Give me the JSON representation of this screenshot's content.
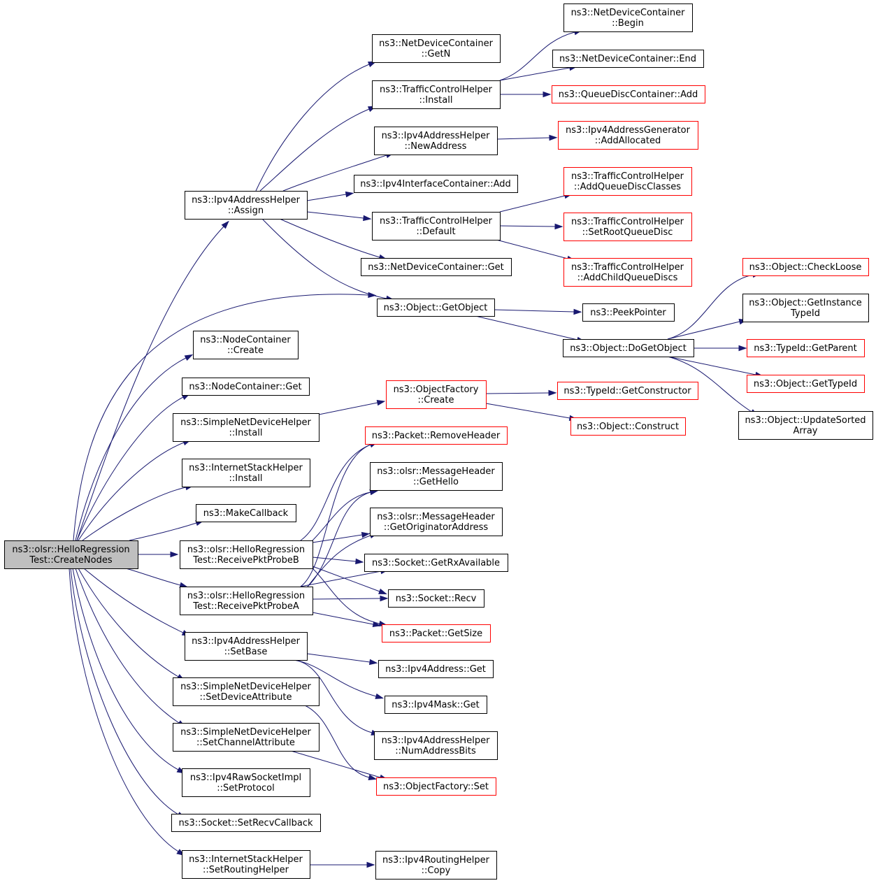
{
  "colors": {
    "edge": "#191970",
    "border_normal": "#000000",
    "border_red": "#ff0000",
    "root_fill": "#bfbfbf",
    "node_fill": "#ffffff"
  },
  "nodes": [
    {
      "id": "root",
      "lines": [
        "ns3::olsr::HelloRegression",
        "Test::CreateNodes"
      ],
      "style": "root"
    },
    {
      "id": "ipv4assign",
      "lines": [
        "ns3::Ipv4AddressHelper",
        "::Assign"
      ],
      "style": "normal"
    },
    {
      "id": "ndcGetN",
      "lines": [
        "ns3::NetDeviceContainer",
        "::GetN"
      ],
      "style": "normal"
    },
    {
      "id": "tchInstall",
      "lines": [
        "ns3::TrafficControlHelper",
        "::Install"
      ],
      "style": "normal"
    },
    {
      "id": "ndcBegin",
      "lines": [
        "ns3::NetDeviceContainer",
        "::Begin"
      ],
      "style": "normal"
    },
    {
      "id": "ndcEnd",
      "lines": [
        "ns3::NetDeviceContainer::End"
      ],
      "style": "normal"
    },
    {
      "id": "qdcAdd",
      "lines": [
        "ns3::QueueDiscContainer::Add"
      ],
      "style": "red"
    },
    {
      "id": "ipv4NewAddr",
      "lines": [
        "ns3::Ipv4AddressHelper",
        "::NewAddress"
      ],
      "style": "normal"
    },
    {
      "id": "ipv4GenAlloc",
      "lines": [
        "ns3::Ipv4AddressGenerator",
        "::AddAllocated"
      ],
      "style": "red"
    },
    {
      "id": "ipv4IfcAdd",
      "lines": [
        "ns3::Ipv4InterfaceContainer::Add"
      ],
      "style": "normal"
    },
    {
      "id": "tchDefault",
      "lines": [
        "ns3::TrafficControlHelper",
        "::Default"
      ],
      "style": "normal"
    },
    {
      "id": "tchAddQDC",
      "lines": [
        "ns3::TrafficControlHelper",
        "::AddQueueDiscClasses"
      ],
      "style": "red"
    },
    {
      "id": "tchSetRoot",
      "lines": [
        "ns3::TrafficControlHelper",
        "::SetRootQueueDisc"
      ],
      "style": "red"
    },
    {
      "id": "tchAddChild",
      "lines": [
        "ns3::TrafficControlHelper",
        "::AddChildQueueDiscs"
      ],
      "style": "red"
    },
    {
      "id": "ndcGet",
      "lines": [
        "ns3::NetDeviceContainer::Get"
      ],
      "style": "normal"
    },
    {
      "id": "objGetObject",
      "lines": [
        "ns3::Object::GetObject"
      ],
      "style": "normal"
    },
    {
      "id": "peekPointer",
      "lines": [
        "ns3::PeekPointer"
      ],
      "style": "normal"
    },
    {
      "id": "objDoGet",
      "lines": [
        "ns3::Object::DoGetObject"
      ],
      "style": "normal"
    },
    {
      "id": "objCheckLoose",
      "lines": [
        "ns3::Object::CheckLoose"
      ],
      "style": "red"
    },
    {
      "id": "objGetInstTid",
      "lines": [
        "ns3::Object::GetInstance",
        "TypeId"
      ],
      "style": "normal"
    },
    {
      "id": "tidGetParent",
      "lines": [
        "ns3::TypeId::GetParent"
      ],
      "style": "red"
    },
    {
      "id": "objGetTypeId",
      "lines": [
        "ns3::Object::GetTypeId"
      ],
      "style": "red"
    },
    {
      "id": "objUpdSorted",
      "lines": [
        "ns3::Object::UpdateSorted",
        "Array"
      ],
      "style": "normal"
    },
    {
      "id": "ncCreate",
      "lines": [
        "ns3::NodeContainer",
        "::Create"
      ],
      "style": "normal"
    },
    {
      "id": "ncGet",
      "lines": [
        "ns3::NodeContainer::Get"
      ],
      "style": "normal"
    },
    {
      "id": "sndhInstall",
      "lines": [
        "ns3::SimpleNetDeviceHelper",
        "::Install"
      ],
      "style": "normal"
    },
    {
      "id": "ofCreate",
      "lines": [
        "ns3::ObjectFactory",
        "::Create"
      ],
      "style": "red"
    },
    {
      "id": "tidGetCtor",
      "lines": [
        "ns3::TypeId::GetConstructor"
      ],
      "style": "red"
    },
    {
      "id": "objConstruct",
      "lines": [
        "ns3::Object::Construct"
      ],
      "style": "red"
    },
    {
      "id": "ishInstall",
      "lines": [
        "ns3::InternetStackHelper",
        "::Install"
      ],
      "style": "normal"
    },
    {
      "id": "makeCallback",
      "lines": [
        "ns3::MakeCallback"
      ],
      "style": "normal"
    },
    {
      "id": "recvB",
      "lines": [
        "ns3::olsr::HelloRegression",
        "Test::ReceivePktProbeB"
      ],
      "style": "normal"
    },
    {
      "id": "recvA",
      "lines": [
        "ns3::olsr::HelloRegression",
        "Test::ReceivePktProbeA"
      ],
      "style": "normal"
    },
    {
      "id": "pktRemoveHdr",
      "lines": [
        "ns3::Packet::RemoveHeader"
      ],
      "style": "red"
    },
    {
      "id": "mhGetHello",
      "lines": [
        "ns3::olsr::MessageHeader",
        "::GetHello"
      ],
      "style": "normal"
    },
    {
      "id": "mhGetOrig",
      "lines": [
        "ns3::olsr::MessageHeader",
        "::GetOriginatorAddress"
      ],
      "style": "normal"
    },
    {
      "id": "sockRxAvail",
      "lines": [
        "ns3::Socket::GetRxAvailable"
      ],
      "style": "normal"
    },
    {
      "id": "sockRecv",
      "lines": [
        "ns3::Socket::Recv"
      ],
      "style": "normal"
    },
    {
      "id": "pktGetSize",
      "lines": [
        "ns3::Packet::GetSize"
      ],
      "style": "red"
    },
    {
      "id": "ipv4SetBase",
      "lines": [
        "ns3::Ipv4AddressHelper",
        "::SetBase"
      ],
      "style": "normal"
    },
    {
      "id": "ipv4AddrGet",
      "lines": [
        "ns3::Ipv4Address::Get"
      ],
      "style": "normal"
    },
    {
      "id": "ipv4MaskGet",
      "lines": [
        "ns3::Ipv4Mask::Get"
      ],
      "style": "normal"
    },
    {
      "id": "ipv4NumBits",
      "lines": [
        "ns3::Ipv4AddressHelper",
        "::NumAddressBits"
      ],
      "style": "normal"
    },
    {
      "id": "sndhSetDevAttr",
      "lines": [
        "ns3::SimpleNetDeviceHelper",
        "::SetDeviceAttribute"
      ],
      "style": "normal"
    },
    {
      "id": "sndhSetChAttr",
      "lines": [
        "ns3::SimpleNetDeviceHelper",
        "::SetChannelAttribute"
      ],
      "style": "normal"
    },
    {
      "id": "ofSet",
      "lines": [
        "ns3::ObjectFactory::Set"
      ],
      "style": "red"
    },
    {
      "id": "rawSetProto",
      "lines": [
        "ns3::Ipv4RawSocketImpl",
        "::SetProtocol"
      ],
      "style": "normal"
    },
    {
      "id": "sockSetRecvCb",
      "lines": [
        "ns3::Socket::SetRecvCallback"
      ],
      "style": "normal"
    },
    {
      "id": "ishSetRouting",
      "lines": [
        "ns3::InternetStackHelper",
        "::SetRoutingHelper"
      ],
      "style": "normal"
    },
    {
      "id": "ipv4RhCopy",
      "lines": [
        "ns3::Ipv4RoutingHelper",
        "::Copy"
      ],
      "style": "normal"
    }
  ]
}
